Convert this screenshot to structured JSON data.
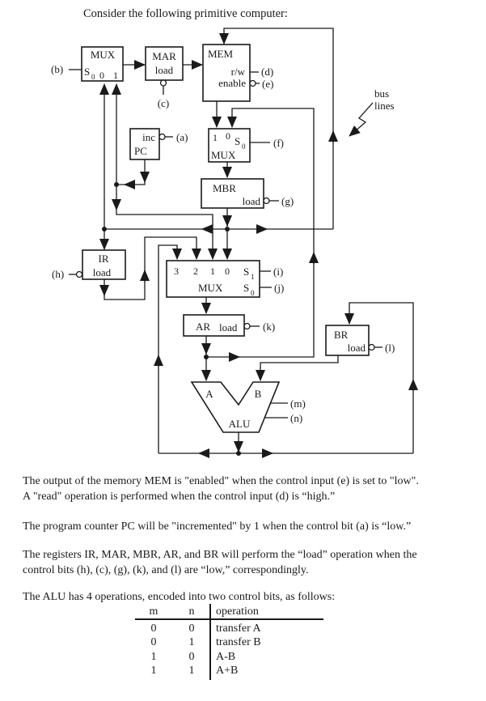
{
  "title": "Consider the following primitive computer:",
  "colors": {
    "ink": "#1a1a1a",
    "paper": "#ffffff"
  },
  "labels": {
    "mux": "MUX",
    "s": "S",
    "sub0": "0",
    "sub1": "1",
    "in0": "0",
    "in1": "1",
    "in2": "2",
    "in3": "3",
    "load": "load",
    "inc": "inc",
    "pc": "PC",
    "mar": "MAR",
    "mem": "MEM",
    "rw": "r/w",
    "enable": "enable",
    "mbr": "MBR",
    "ir": "IR",
    "ar": "AR",
    "br": "BR",
    "alu": "ALU",
    "alu_a": "A",
    "alu_b": "B",
    "bus1": "bus",
    "bus2": "lines",
    "ctl_a": "(a)",
    "ctl_b": "(b)",
    "ctl_c": "(c)",
    "ctl_d": "(d)",
    "ctl_e": "(e)",
    "ctl_f": "(f)",
    "ctl_g": "(g)",
    "ctl_h": "(h)",
    "ctl_i": "(i)",
    "ctl_j": "(j)",
    "ctl_k": "(k)",
    "ctl_l": "(l)",
    "ctl_m": "(m)",
    "ctl_n": "(n)"
  },
  "body": {
    "p1l1": "The output of the memory MEM is \"enabled\" when the control input (e) is set to \"low\".",
    "p1l2": "A \"read\" operation is performed when the control input (d) is “high.”",
    "p2": "The program counter PC will be \"incremented\" by 1 when the control bit (a) is “low.”",
    "p3l1": "The registers IR, MAR, MBR, AR, and BR will perform the “load” operation when the",
    "p3l2": "control bits (h), (c), (g), (k), and (l) are “low,” correspondingly.",
    "p4": "The ALU has 4 operations, encoded into two control bits, as follows:"
  },
  "table": {
    "headers": {
      "m": "m",
      "n": "n",
      "operation": "operation"
    },
    "rows": [
      {
        "m": "0",
        "n": "0",
        "op": "transfer A"
      },
      {
        "m": "0",
        "n": "1",
        "op": "transfer B"
      },
      {
        "m": "1",
        "n": "0",
        "op": "A-B"
      },
      {
        "m": "1",
        "n": "1",
        "op": "A+B"
      }
    ]
  }
}
